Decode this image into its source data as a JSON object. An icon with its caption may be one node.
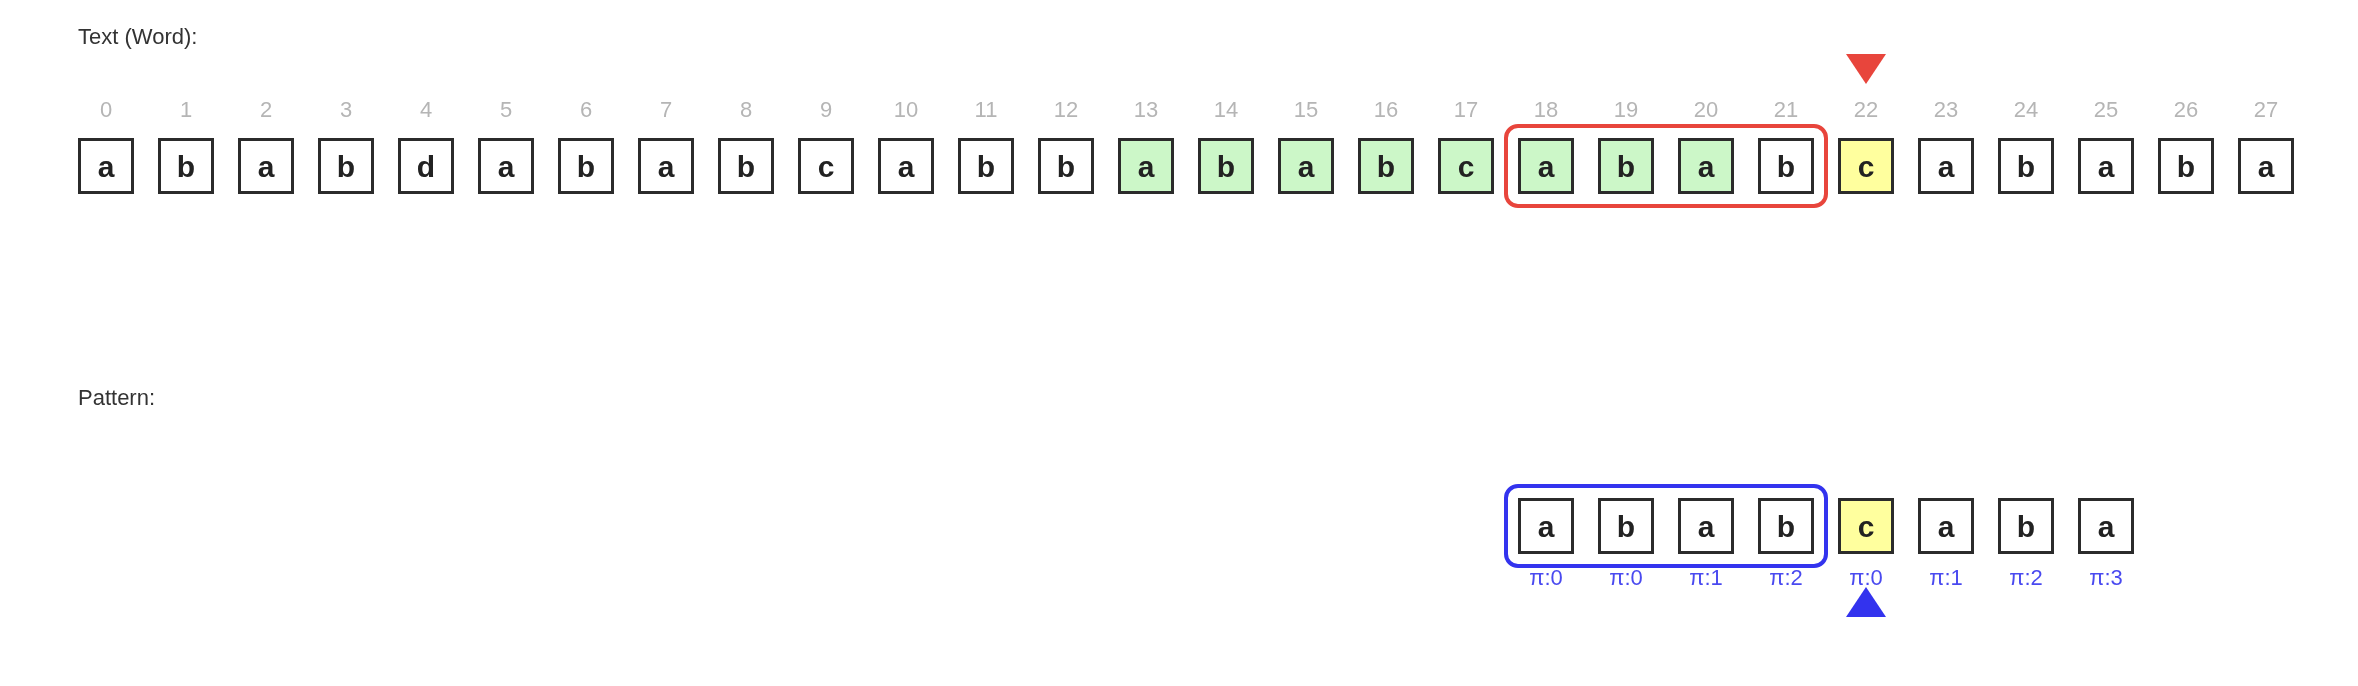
{
  "diagram": {
    "nodes": [
      {
        "text": [
          "a"
        ],
        "beside": [
          "0"
        ]
      },
      {
        "text": [
          "b"
        ],
        "beside": [
          "1"
        ]
      },
      {
        "text": [
          "a"
        ],
        "beside": [
          "2"
        ]
      },
      {
        "text": [
          "b"
        ],
        "beside": [
          "3"
        ]
      },
      {
        "text": [
          "d"
        ],
        "beside": [
          "4"
        ]
      },
      {
        "text": [
          "a"
        ],
        "beside": [
          "5"
        ]
      },
      {
        "text": [
          "b"
        ],
        "beside": [
          "6"
        ]
      },
      {
        "text": [
          "a"
        ],
        "beside": [
          "7"
        ]
      },
      {
        "text": [
          "b"
        ],
        "beside": [
          "8"
        ]
      },
      {
        "text": [
          "c"
        ],
        "beside": [
          "9"
        ]
      },
      {
        "text": [
          "a"
        ],
        "beside": [
          "10"
        ]
      },
      {
        "text": [
          "b"
        ],
        "beside": [
          "11"
        ]
      },
      {
        "text": [
          "b"
        ],
        "beside": [
          "12"
        ]
      },
      {
        "text": [
          "a"
        ],
        "beside": [
          "13"
        ]
      },
      {
        "text": [
          "b"
        ],
        "beside": [
          "14"
        ]
      },
      {
        "text": [
          "a"
        ],
        "beside": [
          "15"
        ]
      },
      {
        "text": [
          "b"
        ],
        "beside": [
          "16"
        ]
      },
      {
        "text": [
          "c"
        ],
        "beside": [
          "17"
        ]
      },
      {
        "text": [],
        "shape": "box"
      },
      {
        "text": [
          "a"
        ],
        "beside": [
          "18"
        ],
        "in": 18
      },
      {
        "text": [
          "b"
        ],
        "beside": [
          "19"
        ],
        "in": 18
      },
      {
        "text": [
          "a"
        ],
        "beside": [
          "20"
        ],
        "in": 18
      },
      {
        "text": [
          "b"
        ],
        "beside": [
          "21"
        ],
        "in": 18
      },
      {
        "text": [
          "c"
        ],
        "beside": [
          "22"
        ]
      },
      {
        "text": [
          "a"
        ],
        "beside": [
          "23"
        ]
      },
      {
        "text": [
          "b"
        ],
        "beside": [
          "24"
        ]
      },
      {
        "text": [
          "a"
        ],
        "beside": [
          "25"
        ]
      },
      {
        "text": [
          "b"
        ],
        "beside": [
          "26"
        ]
      },
      {
        "text": [
          "a"
        ],
        "beside": [
          "27"
        ]
      },
      {
        "text": [],
        "shape": "box"
      },
      {
        "text": [
          "a"
        ],
        "beside": [
          "π:0"
        ],
        "in": 29
      },
      {
        "text": [
          "b"
        ],
        "beside": [
          "π:0"
        ],
        "in": 29
      },
      {
        "text": [
          "a"
        ],
        "beside": [
          "π:1"
        ],
        "in": 29
      },
      {
        "text": [
          "b"
        ],
        "beside": [
          "π:2"
        ],
        "in": 29
      },
      {
        "text": [
          "c"
        ],
        "beside": [
          "π:0"
        ]
      },
      {
        "text": [
          "a"
        ],
        "beside": [
          "π:1"
        ]
      },
      {
        "text": [
          "b"
        ],
        "beside": [
          "π:2"
        ]
      },
      {
        "text": [
          "a"
        ],
        "beside": [
          "π:3"
        ]
      }
    ],
    "labels": [
      "Text (Word):",
      "Pattern:"
    ]
  }
}
